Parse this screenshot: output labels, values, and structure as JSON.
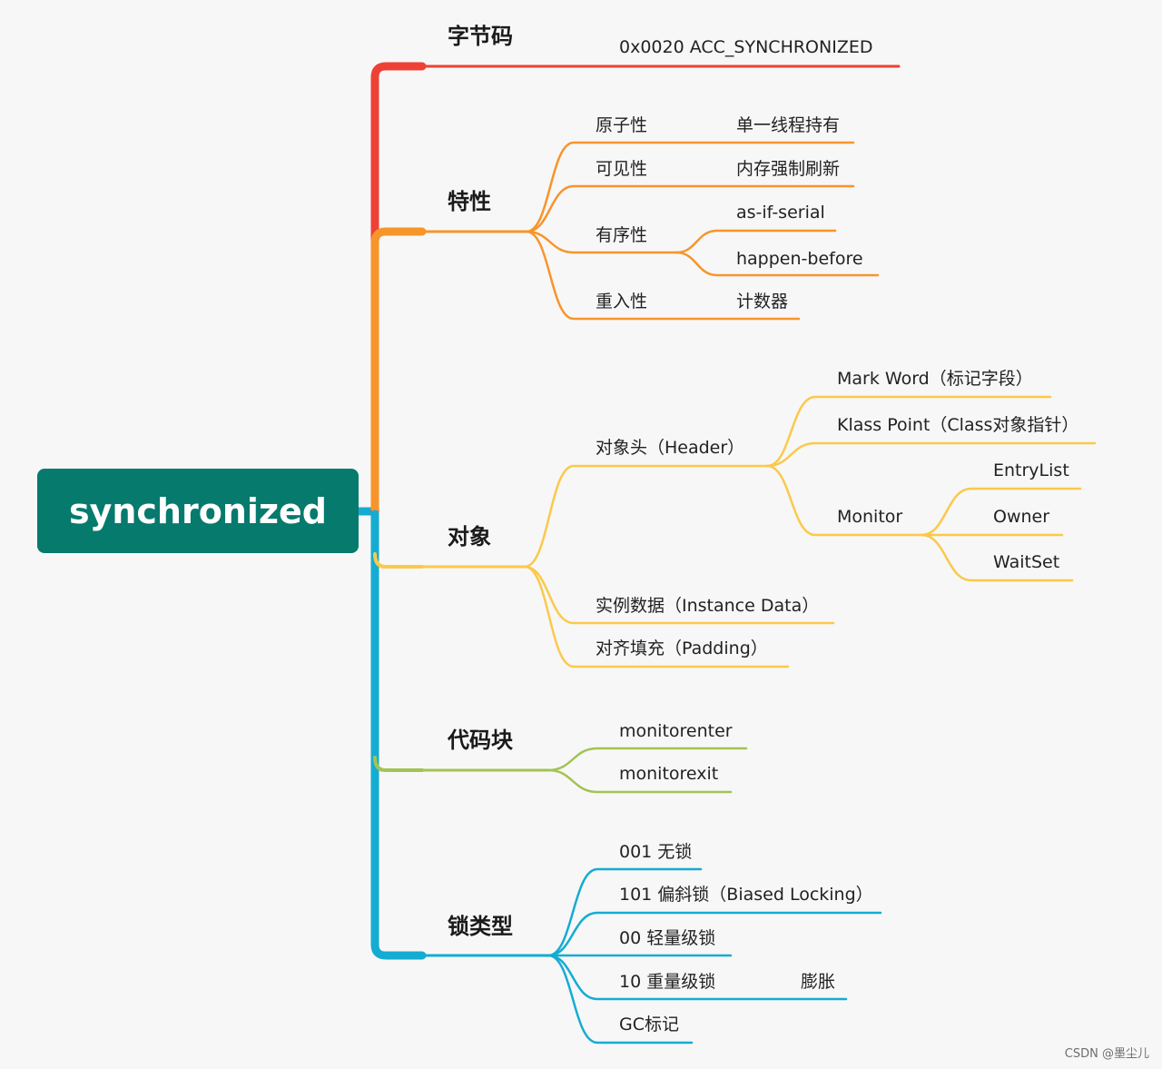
{
  "root": {
    "label": "synchronized",
    "color": "#067a6d"
  },
  "colors": {
    "bytecode": "#ee4136",
    "features": "#f7952b",
    "object": "#fbc94a",
    "codeblock": "#a3c354",
    "locktype": "#14acd2"
  },
  "branches": {
    "bytecode": {
      "label": "字节码",
      "leaf": "0x0020 ACC_SYNCHRONIZED"
    },
    "features": {
      "label": "特性",
      "atomicity": {
        "label": "原子性",
        "detail": "单一线程持有"
      },
      "visibility": {
        "label": "可见性",
        "detail": "内存强制刷新"
      },
      "ordering": {
        "label": "有序性",
        "asifserial": "as-if-serial",
        "happenbefore": "happen-before"
      },
      "reentrancy": {
        "label": "重入性",
        "detail": "计数器"
      }
    },
    "object": {
      "label": "对象",
      "header": {
        "label": "对象头（Header）",
        "markword": "Mark Word（标记字段）",
        "klasspoint": "Klass Point（Class对象指针）",
        "monitor": {
          "label": "Monitor",
          "entrylist": "EntryList",
          "owner": "Owner",
          "waitset": "WaitSet"
        }
      },
      "instancedata": "实例数据（Instance Data）",
      "padding": "对齐填充（Padding）"
    },
    "codeblock": {
      "label": "代码块",
      "enter": "monitorenter",
      "exit": "monitorexit"
    },
    "locktype": {
      "label": "锁类型",
      "nolock": "001 无锁",
      "biased": "101 偏斜锁（Biased Locking）",
      "lightweight": "00 轻量级锁",
      "heavyweight": "10 重量级锁",
      "inflate": "膨胀",
      "gc": "GC标记"
    }
  },
  "watermark": "CSDN @墨尘儿"
}
